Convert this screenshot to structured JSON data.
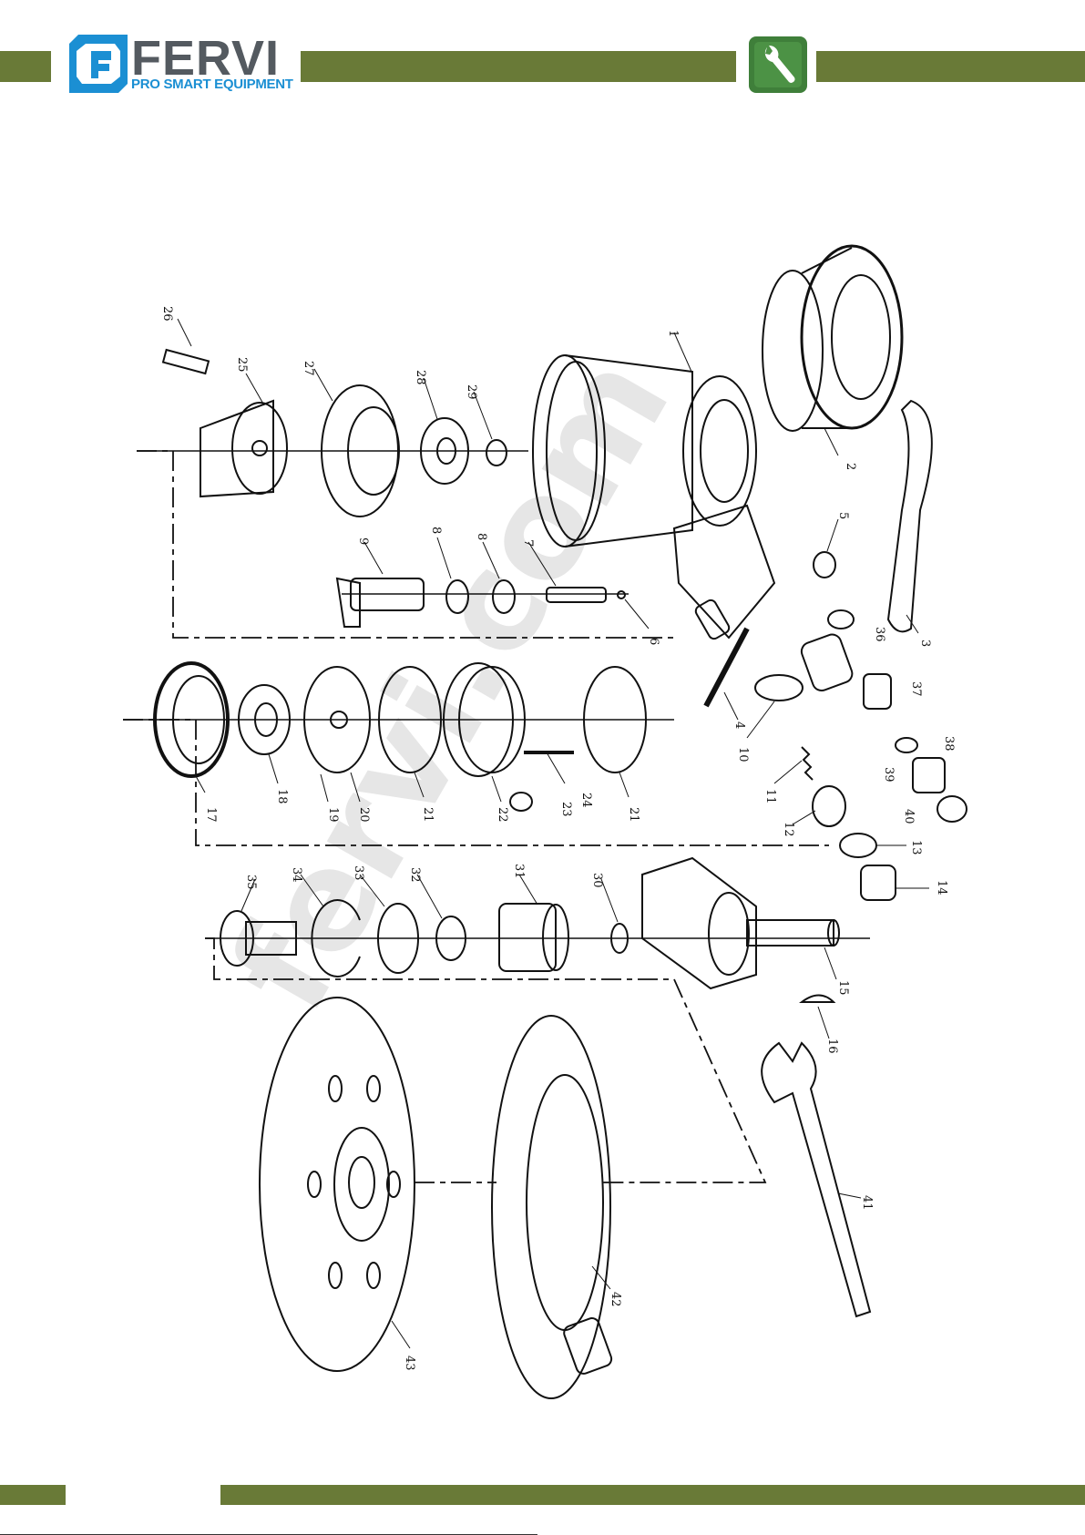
{
  "header": {
    "brand_name": "FERVI",
    "brand_tagline": "PRO SMART EQUIPMENT",
    "brand_color": "#1b8fd3",
    "bar_color": "#697a37",
    "logo_icon": "fervi-logo-icon",
    "badge_icon": "wrench-icon"
  },
  "watermark": "fervi.com",
  "parts": [
    "1",
    "2",
    "3",
    "4",
    "5",
    "6",
    "7",
    "8",
    "8",
    "9",
    "10",
    "11",
    "12",
    "13",
    "14",
    "15",
    "16",
    "17",
    "18",
    "19",
    "20",
    "21",
    "21",
    "22",
    "23",
    "24",
    "25",
    "26",
    "27",
    "28",
    "29",
    "30",
    "31",
    "32",
    "33",
    "34",
    "35",
    "36",
    "37",
    "38",
    "39",
    "40",
    "41",
    "42",
    "43"
  ]
}
